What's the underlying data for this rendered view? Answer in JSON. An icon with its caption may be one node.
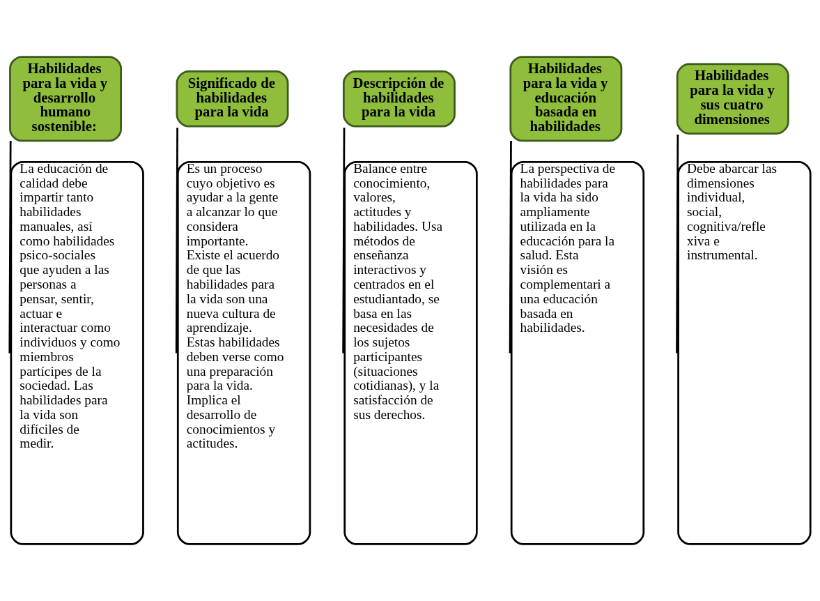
{
  "diagram": {
    "nodes": [
      {
        "text": [
          "Habilidades para la vida y desarrollo humano sostenible:"
        ]
      },
      {
        "text": [
          "Significado de habilidades para la vida"
        ]
      },
      {
        "text": [
          "Descripción de habilidades para la vida"
        ]
      },
      {
        "text": [
          "Habilidades para la vida y educación basada en habilidades"
        ]
      },
      {
        "text": [
          "Habilidades para la vida y sus cuatro dimensiones"
        ]
      },
      {
        "text": [
          "La educación de calidad debe impartir tanto habilidades manuales, así como habilidades psico-sociales que ayuden a las personas a pensar, sentir, actuar e interactuar como individuos y como miembros partícipes de la sociedad. Las habilidades para la vida son difíciles de medir."
        ]
      },
      {
        "text": [
          "Es un proceso cuyo objetivo es ayudar a la gente a alcanzar lo que considera importante. Existe el acuerdo de que las habilidades para la vida son una nueva cultura de aprendizaje. Estas habilidades deben verse como una preparación para la vida. Implica el desarrollo de conocimientos y actitudes."
        ]
      },
      {
        "text": [
          "Balance entre conocimiento, valores, actitudes y habilidades. Usa métodos de enseñanza interactivos y centrados en el estudiantado, se basa en las necesidades de los sujetos participantes (situaciones cotidianas), y la satisfacción de sus derechos."
        ]
      },
      {
        "text": [
          "La perspectiva de habilidades para la vida ha sido ampliamente utilizada en la educación para la salud. Esta visión es complementari a una educación basada en habilidades."
        ]
      },
      {
        "text": [
          "Debe abarcar las dimensiones individual, social, cognitiva/refle xiva e instrumental."
        ]
      }
    ],
    "edges": [
      {
        "from": 0,
        "to": 5,
        "arrow": "none"
      },
      {
        "from": 1,
        "to": 6,
        "arrow": "none"
      },
      {
        "from": 2,
        "to": 7,
        "arrow": "none"
      },
      {
        "from": 3,
        "to": 8,
        "arrow": "none"
      },
      {
        "from": 4,
        "to": 9,
        "arrow": "none"
      }
    ]
  }
}
